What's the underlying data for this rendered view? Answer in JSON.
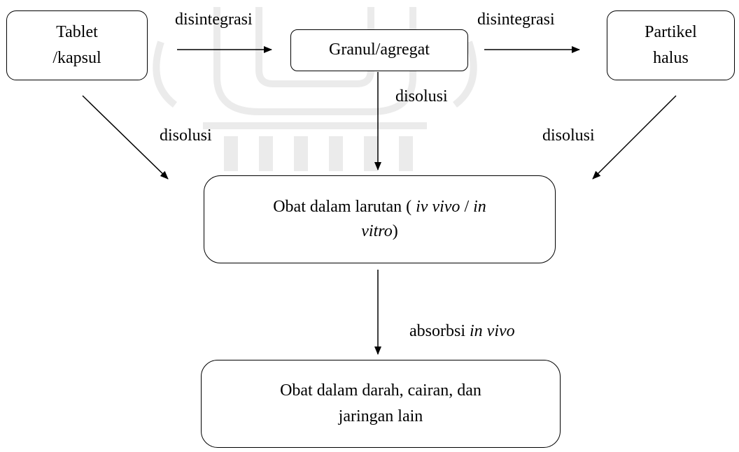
{
  "nodes": {
    "tablet": {
      "line1": "Tablet",
      "line2": "/kapsul"
    },
    "granul": {
      "text": "Granul/agregat"
    },
    "partikel": {
      "line1": "Partikel",
      "line2": "halus"
    },
    "larutan": {
      "part1": "Obat dalam larutan ( ",
      "italic1": "iv vivo",
      "part2": " / ",
      "italic2": "in",
      "italic3": "vitro",
      "part3": ")"
    },
    "darah": {
      "line1": "Obat dalam darah, cairan, dan",
      "line2": "jaringan lain"
    }
  },
  "edges": {
    "disintegrasi_left": "disintegrasi",
    "disintegrasi_right": "disintegrasi",
    "disolusi_center": "disolusi",
    "disolusi_left": "disolusi",
    "disolusi_right": "disolusi",
    "absorbsi_plain": "absorbsi ",
    "absorbsi_italic": "in vivo"
  },
  "colors": {
    "stroke": "#000000",
    "background": "#ffffff",
    "watermark": "#7a7a7a"
  }
}
